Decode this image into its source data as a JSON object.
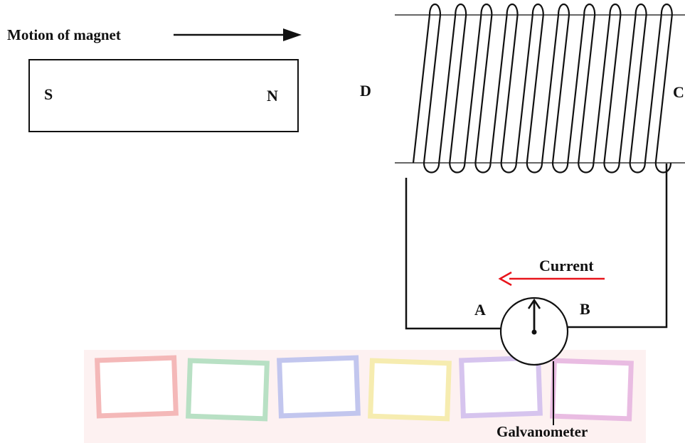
{
  "magnet": {
    "motion_label": "Motion of magnet",
    "south_label": "S",
    "north_label": "N"
  },
  "coil": {
    "left_end_label": "D",
    "right_end_label": "C",
    "turns": 10
  },
  "circuit": {
    "current_label": "Current",
    "terminal_a_label": "A",
    "terminal_b_label": "B",
    "galvanometer_label": "Galvanometer"
  },
  "colors": {
    "ink": "#111111",
    "current_arrow": "#e8141b",
    "watermark": [
      "#f4b8b8",
      "#b8e0c4",
      "#c2c6ee",
      "#f6ecb0",
      "#d6c4ee",
      "#e9bce2"
    ]
  }
}
